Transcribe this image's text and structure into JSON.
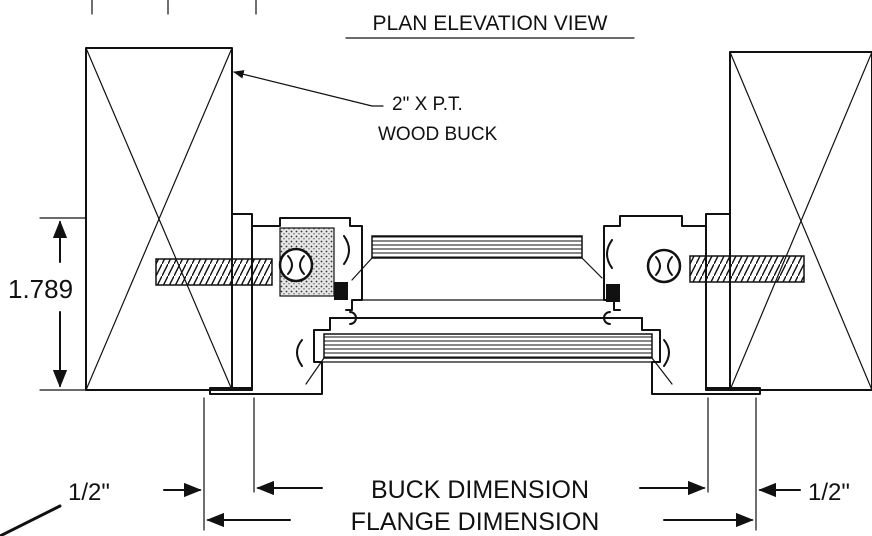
{
  "title": "PLAN ELEVATION VIEW",
  "callout": {
    "line1": "2\" X  P.T.",
    "line2": "WOOD BUCK"
  },
  "dimensions": {
    "height": "1.789",
    "left_offset": "1/2\"",
    "right_offset": "1/2\"",
    "buck": "BUCK DIMENSION",
    "flange": "FLANGE DIMENSION"
  }
}
